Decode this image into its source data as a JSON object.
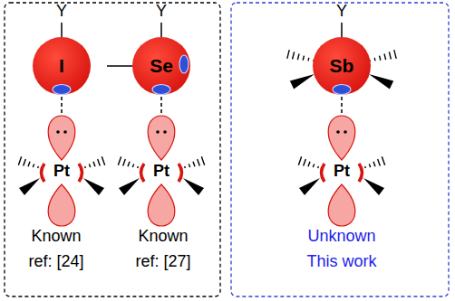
{
  "diagram": {
    "nodes": [
      {
        "text": [
          "I"
        ]
      },
      {
        "text": [
          "Se"
        ]
      },
      {
        "text": [
          "Sb"
        ]
      }
    ],
    "labels": [
      "Y",
      "Pt",
      "Known",
      "ref: [24]",
      "Y",
      "Pt",
      "Known",
      "ref: [27]",
      "Y",
      "Pt",
      "Unknown",
      "This work"
    ]
  }
}
